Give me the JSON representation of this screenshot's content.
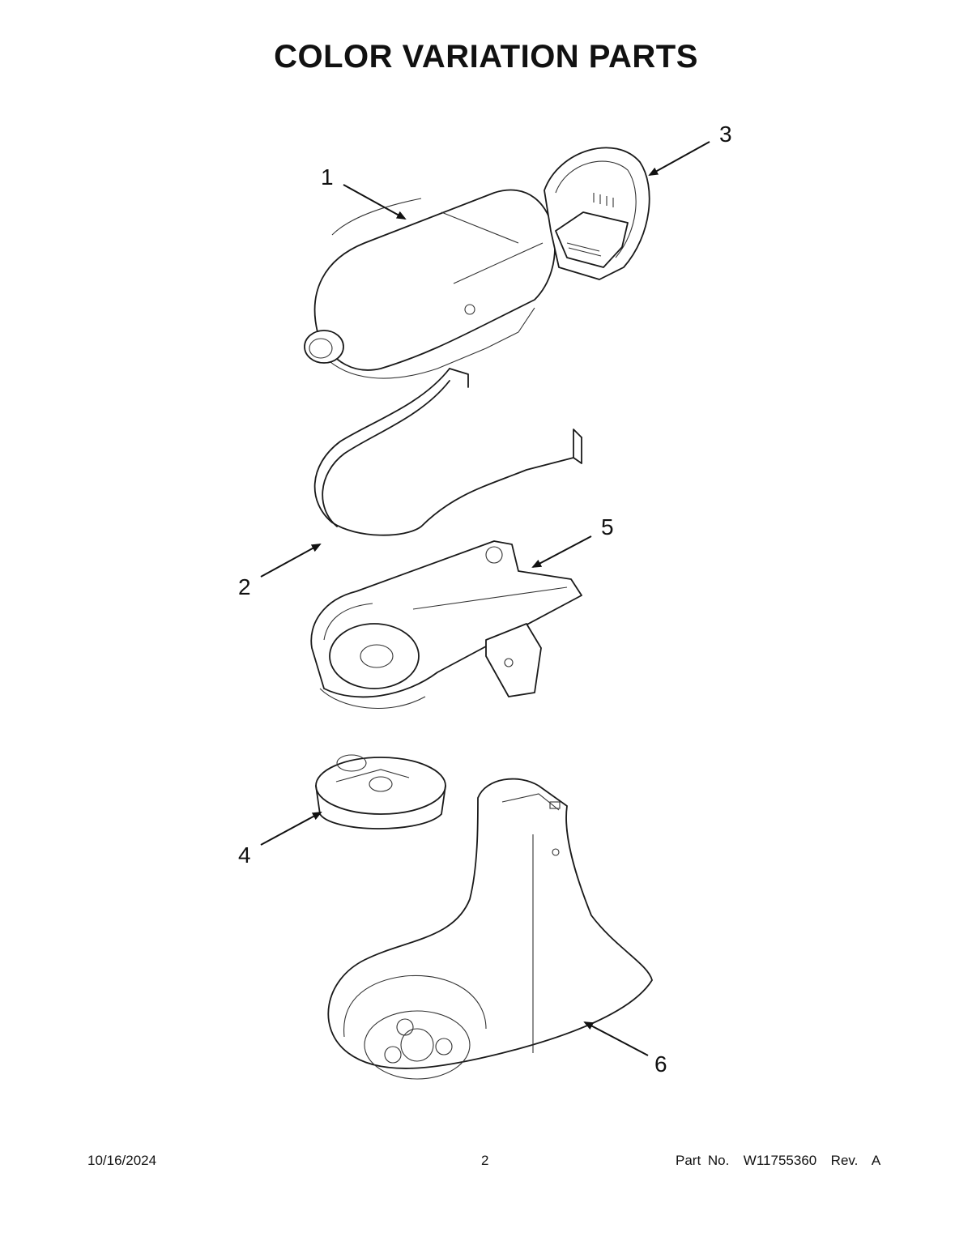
{
  "page": {
    "title": "COLOR VARIATION PARTS"
  },
  "callouts": [
    {
      "id": "1",
      "label": "1"
    },
    {
      "id": "2",
      "label": "2"
    },
    {
      "id": "3",
      "label": "3"
    },
    {
      "id": "4",
      "label": "4"
    },
    {
      "id": "5",
      "label": "5"
    },
    {
      "id": "6",
      "label": "6"
    }
  ],
  "footer": {
    "date": "10/16/2024",
    "page_number": "2",
    "part_number": "Part No.  W11755360  Rev.  A"
  }
}
